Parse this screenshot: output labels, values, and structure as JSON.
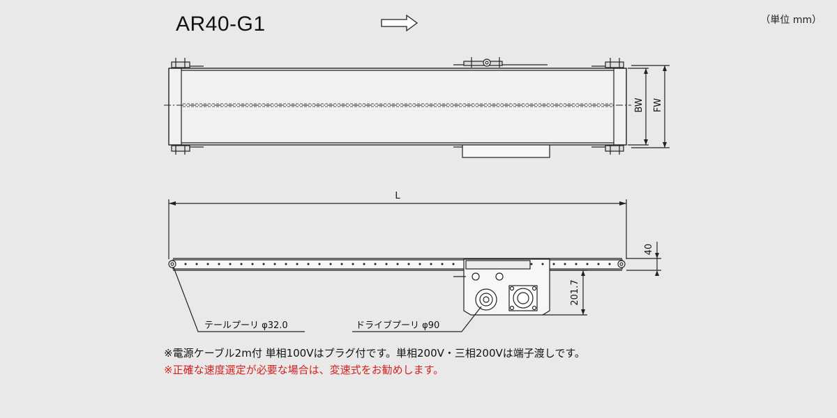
{
  "header": {
    "model": "AR40-G1",
    "unit": "（単位 mm）",
    "direction_icon": "right-arrow-icon"
  },
  "top_view": {
    "bw_label": "BW",
    "fw_label": "FW"
  },
  "side_view": {
    "length_label": "L",
    "height_label": "40",
    "motor_height_label": "201.7",
    "tail_pulley_label": "テールプーリ φ32.0",
    "drive_pulley_label": "ドライブプーリ φ90"
  },
  "notes": {
    "cable_note": "※電源ケーブル2m付  単相100Vはプラグ付です。単相200V・三相200Vは端子渡しです。",
    "speed_note": "※正確な速度選定が必要な場合は、変速式をお勧めします。"
  },
  "colors": {
    "background": "#e9e9e9",
    "line": "#222222",
    "warning": "#d6201f"
  }
}
